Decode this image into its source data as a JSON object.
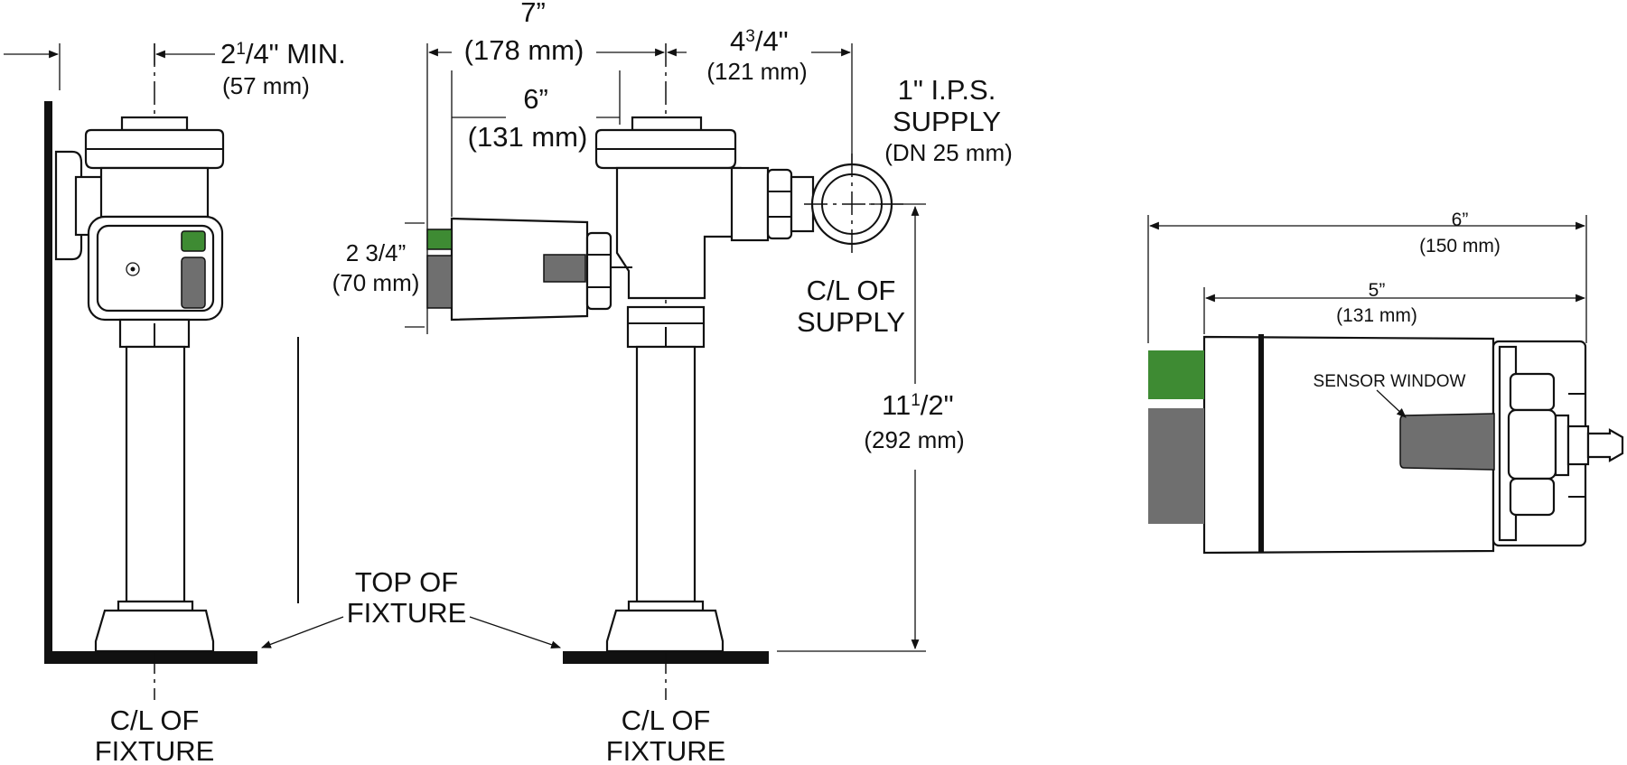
{
  "colors": {
    "green": "#3e8b33",
    "gray": "#6f6f6f",
    "ink": "#111111"
  },
  "side_view": {
    "offset_dim": {
      "main": "2",
      "sup": "1",
      "sub": "/4\" MIN.",
      "metric": "(57 mm)"
    },
    "fixture_label": [
      "C/L OF",
      "FIXTURE"
    ]
  },
  "front_view": {
    "overall_dim": {
      "imperial": "7”",
      "metric": "(178 mm)"
    },
    "body_dim": {
      "imperial": "6”",
      "metric": "(131 mm)"
    },
    "supply_offset": {
      "main": "4",
      "sup": "3",
      "sub": "/4\"",
      "metric": "(121 mm)"
    },
    "supply_label": [
      "1\" I.P.S.",
      "SUPPLY",
      "(DN 25 mm)"
    ],
    "sensor_height": {
      "imperial": "2 3/4”",
      "metric": "(70 mm)"
    },
    "supply_cl": [
      "C/L OF",
      "SUPPLY"
    ],
    "rough_in": {
      "main": "11",
      "sup": "1",
      "sub": "/2\"",
      "metric": "(292 mm)"
    },
    "fixture_label": [
      "C/L OF",
      "FIXTURE"
    ]
  },
  "top_of_fixture": [
    "TOP OF",
    "FIXTURE"
  ],
  "sensor_detail": {
    "overall_dim": {
      "imperial": "6”",
      "metric": "(150 mm)"
    },
    "body_dim": {
      "imperial": "5”",
      "metric": "(131 mm)"
    },
    "window_label": "SENSOR WINDOW"
  }
}
